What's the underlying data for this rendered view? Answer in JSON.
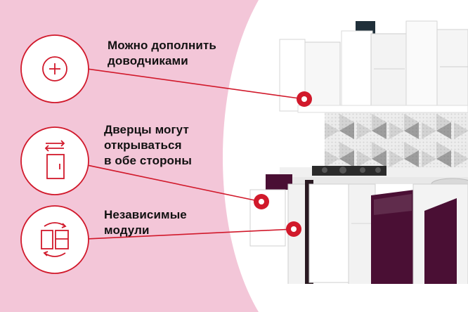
{
  "features": [
    {
      "icon": "plus-icon",
      "lines": [
        "Можно дополнить",
        "доводчиками"
      ]
    },
    {
      "icon": "door-swap-icon",
      "lines": [
        "Дверцы могут",
        "открываться",
        "в обе стороны"
      ]
    },
    {
      "icon": "modules-icon",
      "lines": [
        "Независимые",
        "модули"
      ]
    }
  ],
  "colors": {
    "accent": "#d1192b",
    "pink_background": "#f3c6d8",
    "cabinet_white": "#f6f6f6",
    "door_plum": "#4a0f34",
    "countertop": "#ececec"
  }
}
